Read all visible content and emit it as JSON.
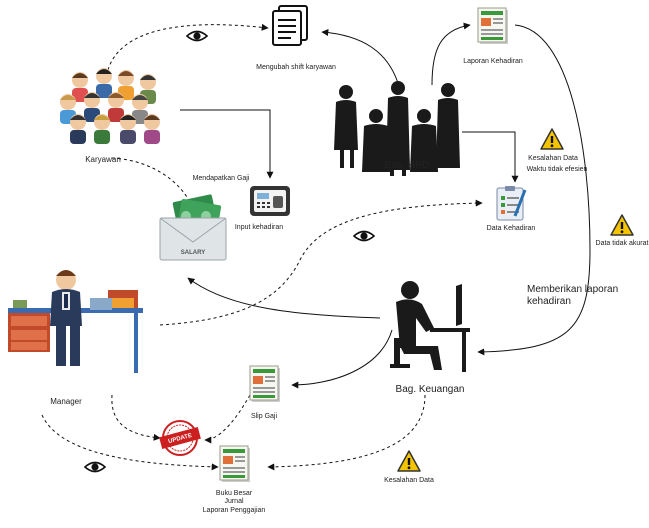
{
  "nodes": {
    "karyawan": "Karyawan",
    "hrd": "Bag. HRD",
    "manager": "Manager",
    "keuangan": "Bag. Keuangan",
    "shift": "Mengubah shift karyawan",
    "laporan_kehadiran": "Laporan Kehadiran",
    "input_kehadiran": "Input kehadiran",
    "data_kehadiran": "Data Kehadiran",
    "slip_gaji": "Slip Gaji",
    "buku_besar": "Buku Besar\nJurnal\nLaporan Penggajian",
    "salary_text": "SALARY",
    "update_text": "UPDATE"
  },
  "edges": {
    "mendapatkan_gaji": "Mendapatkan Gaji",
    "memberikan_laporan": "Memberikan laporan\nkehadiran"
  },
  "warnings": {
    "hrd_warning_1": "Kesalahan Data",
    "hrd_warning_2": "Waktu tidak efesien",
    "akurat": "Data tidak akurat",
    "bottom": "Kesalahan Data"
  },
  "icons": [
    "eye-icon",
    "document-icon",
    "report-icon",
    "warning-icon",
    "fingerprint-machine-icon",
    "salary-envelope-icon",
    "update-stamp-icon",
    "people-group-icon",
    "business-team-icon",
    "desk-worker-icon",
    "computer-user-icon"
  ],
  "colors": {
    "line": "#111111",
    "warning": "#f5c400",
    "report_green": "#3a9a3a",
    "report_orange": "#e0703a",
    "stamp_red": "#cc2020",
    "money_green": "#2f8b4a"
  }
}
